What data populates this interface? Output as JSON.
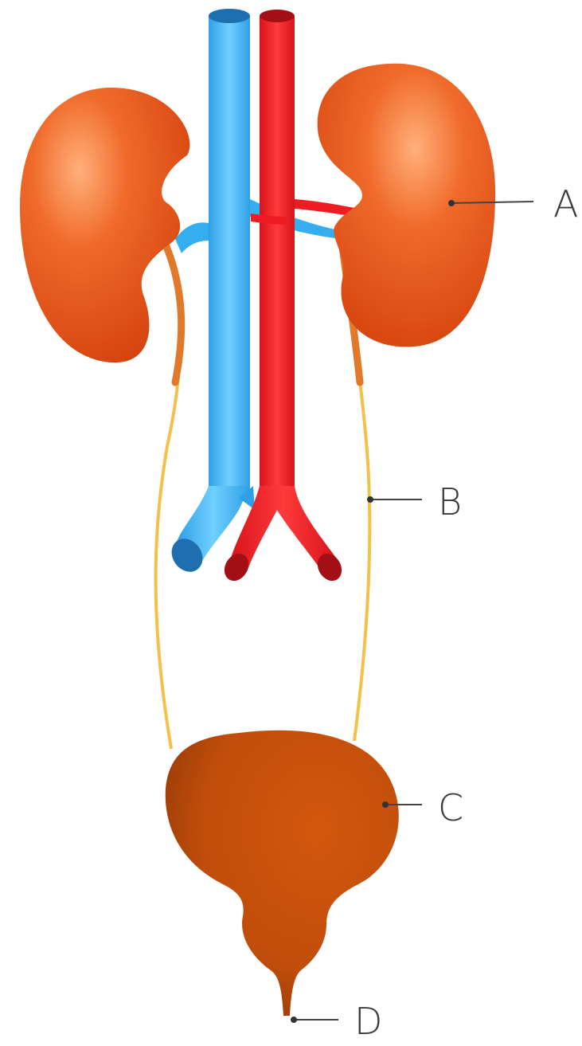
{
  "labels": {
    "a": "A",
    "b": "B",
    "c": "C",
    "d": "D"
  },
  "colors": {
    "kidney": "#e8541a",
    "vein": "#35aef0",
    "artery": "#ef1c24",
    "ureter": "#f2c14a",
    "bladder": "#c8520c",
    "line": "#444444"
  }
}
